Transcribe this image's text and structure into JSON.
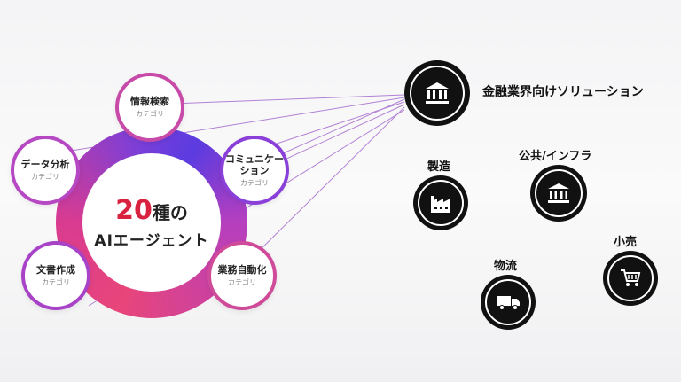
{
  "center": {
    "count": "20",
    "unit": "種の",
    "subtitle": "AIエージェント"
  },
  "categories": [
    {
      "id": "info",
      "title": "情報検索",
      "tag": "カテゴリ"
    },
    {
      "id": "data",
      "title": "データ分析",
      "tag": "カテゴリ"
    },
    {
      "id": "comm",
      "title_line1": "コミュニケー",
      "title_line2": "ション",
      "tag": "カテゴリ"
    },
    {
      "id": "docs",
      "title": "文書作成",
      "tag": "カテゴリ"
    },
    {
      "id": "auto",
      "title": "業務自動化",
      "tag": "カテゴリ"
    }
  ],
  "industries": [
    {
      "id": "finance",
      "label": "金融業界向けソリューション",
      "icon": "bank-icon"
    },
    {
      "id": "manufacturing",
      "label": "製造",
      "icon": "factory-icon"
    },
    {
      "id": "public",
      "label": "公共/インフラ",
      "icon": "government-building-icon"
    },
    {
      "id": "retail",
      "label": "小売",
      "icon": "shopping-cart-icon"
    },
    {
      "id": "logistics",
      "label": "物流",
      "icon": "truck-icon"
    }
  ],
  "colors": {
    "accent_red": "#d8223f",
    "ring_pink": "#e8457a",
    "ring_purple": "#5b3be0",
    "icon_bg": "#111111"
  }
}
